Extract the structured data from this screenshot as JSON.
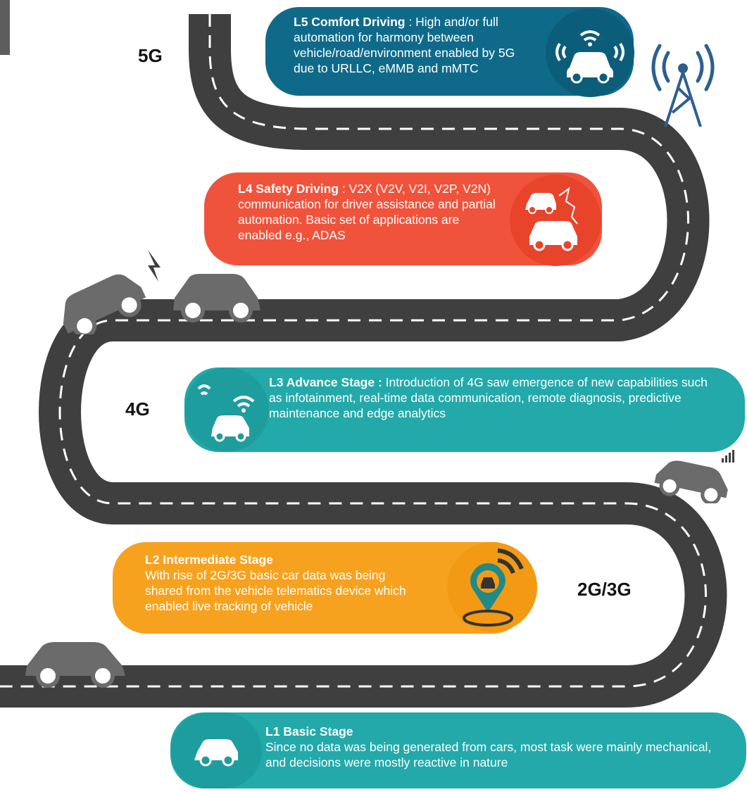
{
  "generation_labels": {
    "g5": "5G",
    "g4": "4G",
    "g23": "2G/3G"
  },
  "stages": {
    "l5": {
      "title": "L5 Comfort Driving",
      "text": " : High and/or full automation for harmony between vehicle/road/environment enabled by 5G due to URLLC, eMMB and mMTC"
    },
    "l4": {
      "title": "L4 Safety Driving",
      "text": " : V2X (V2V, V2I, V2P, V2N) communication for driver assistance and partial automation. Basic set of applications are enabled e.g., ADAS"
    },
    "l3": {
      "title": "L3 Advance Stage :",
      "text": " Introduction of 4G saw emergence of new capabilities such as infotainment, real-time data communication, remote diagnosis, predictive maintenance and edge analytics"
    },
    "l2": {
      "title": "L2 Intermediate Stage",
      "text": "With rise of 2G/3G basic car data was being shared from the vehicle telematics device which enabled live tracking of vehicle"
    },
    "l1": {
      "title": "L1 Basic Stage",
      "text": "Since no data was being generated from cars, most task were mainly mechanical, and decisions were mostly reactive in nature"
    }
  },
  "colors": {
    "road": "#3f3f3f",
    "l5": "#0f6a8a",
    "l4": "#f0533b",
    "l3": "#23a9aa",
    "l2": "#f7a21f",
    "l1": "#23a9aa",
    "car": "#6b6b6b",
    "tower": "#2d5f8f"
  },
  "icons": [
    "car-icon",
    "wifi-icon",
    "signal-tower-icon",
    "map-pin-taxi-icon",
    "signal-bars-icon",
    "lightning-icon"
  ]
}
